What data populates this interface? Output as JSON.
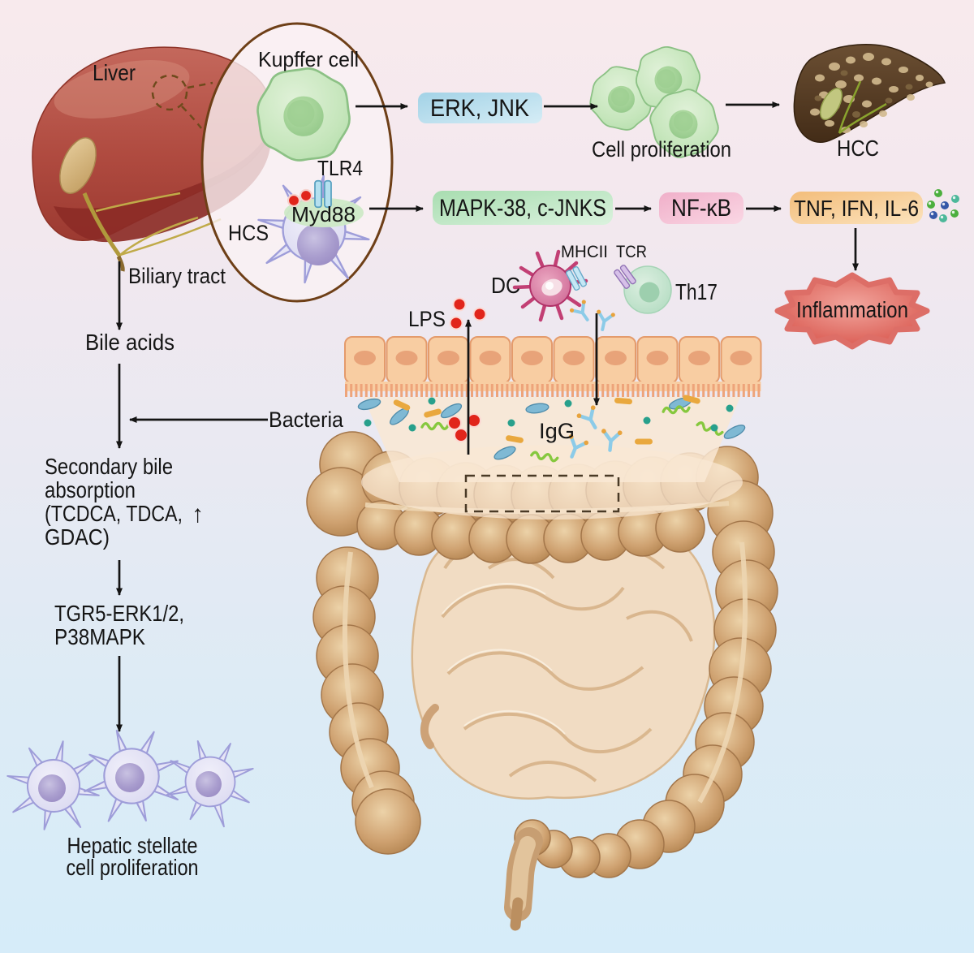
{
  "labels": {
    "liver": "Liver",
    "kupffer_cell": "Kupffer cell",
    "tlr4": "TLR4",
    "myd88": "Myd88",
    "hcs": "HCS",
    "biliary_tract": "Biliary tract",
    "bile_acids": "Bile acids",
    "bacteria": "Bacteria",
    "erk_jnk": "ERK、JNK",
    "cell_proliferation": "Cell proliferation",
    "hcc": "HCC",
    "mapk": "MAPK-38、c-JNKS",
    "nfkb": "NF-κB",
    "cytokines": "TNF、IFN、IL-6",
    "inflammation": "Inflammation",
    "mhcii": "MHCII",
    "tcr": "TCR",
    "dc": "DC",
    "th17": "Th17",
    "lps": "LPS",
    "igg": "IgG",
    "secondary_bile_line1": "Secondary bile",
    "secondary_bile_line2": "absorption",
    "secondary_bile_line3": "(TCDCA、TDCA、",
    "secondary_bile_up_arrow": "↑",
    "secondary_bile_line4": "GDAC)",
    "tgr5_line1": "TGR5-ERK1/2、",
    "tgr5_line2": "P38MAPK",
    "hsc_line1": "Hepatic stellate",
    "hsc_line2": "cell proliferation"
  },
  "colors": {
    "erk_box": "#bfe2f0",
    "mapk_box": "#b9e4c0",
    "nfkb_box": "#f6c3d8",
    "cytokine_box": "#f8d3a0",
    "inflammation_burst": "#e4736b",
    "up_arrow_red": "#e02018",
    "kupffer_green": "#c9e6c0",
    "hsc_purple": "#e6e5f6",
    "epithelium": "#f8cda2",
    "colon_tan": "#c89b68",
    "background_top": "#f8eaed",
    "background_bottom": "#d6ecf9"
  }
}
